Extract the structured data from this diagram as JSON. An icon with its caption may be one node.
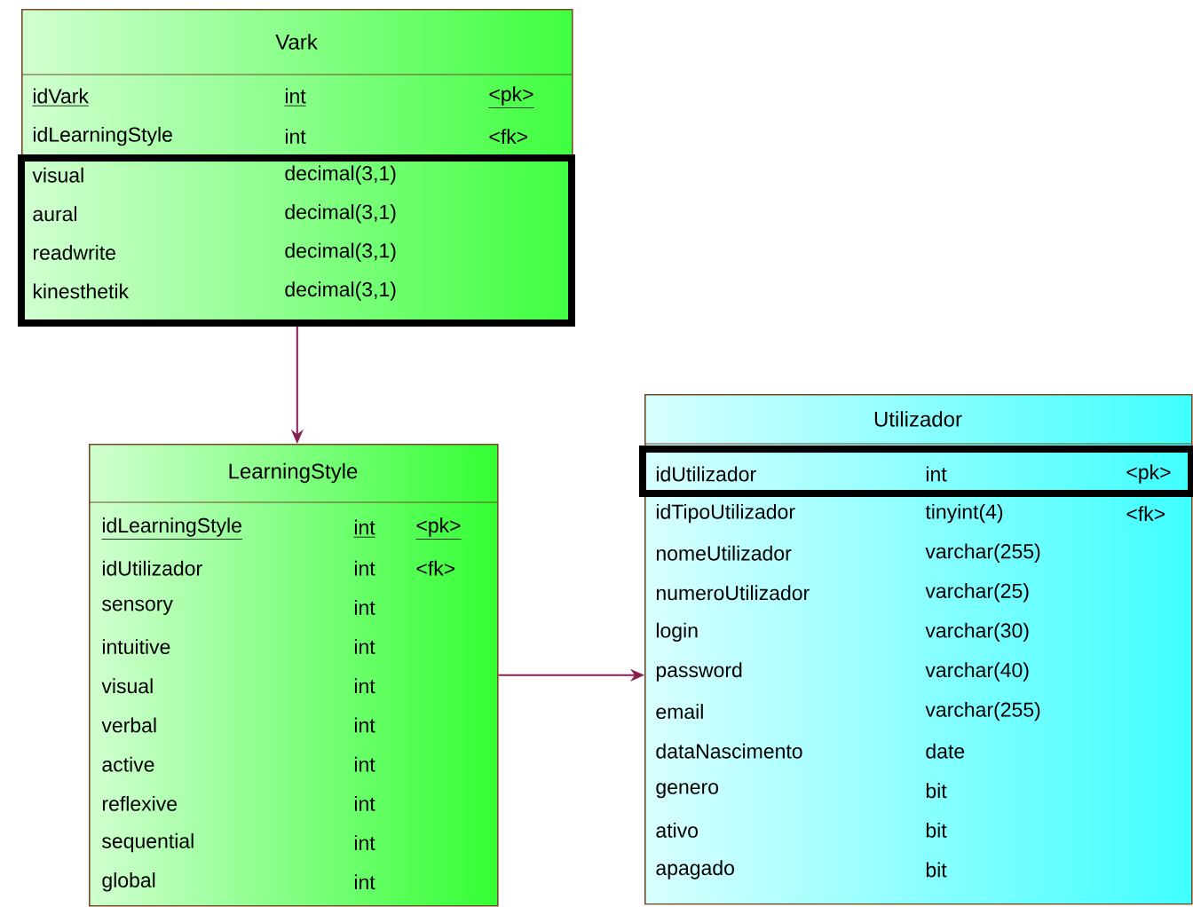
{
  "diagram": {
    "nodes": [
      {
        "text": [
          "Vark",
          "idVark",
          "int",
          "<pk>",
          "idLearningStyle",
          "int",
          "<fk>",
          "visual",
          "decimal(3,1)",
          "aural",
          "decimal(3,1)",
          "readwrite",
          "decimal(3,1)",
          "kinesthetik",
          "decimal(3,1)"
        ]
      },
      {
        "text": [
          "LearningStyle",
          "idLearningStyle",
          "int",
          "<pk>",
          "idUtilizador",
          "int",
          "<fk>",
          "sensory",
          "int",
          "intuitive",
          "int",
          "visual",
          "int",
          "verbal",
          "int",
          "active",
          "int",
          "reflexive",
          "int",
          "sequential",
          "int",
          "global",
          "int"
        ]
      },
      {
        "text": [
          "Utilizador",
          "idUtilizador",
          "int",
          "<pk>",
          "idTipoUtilizador",
          "tinyint(4)",
          "<fk>",
          "nomeUtilizador",
          "varchar(255)",
          "numeroUtilizador",
          "varchar(25)",
          "login",
          "varchar(30)",
          "password",
          "varchar(40)",
          "email",
          "varchar(255)",
          "dataNascimento",
          "date",
          "genero",
          "bit",
          "ativo",
          "bit",
          "apagado",
          "bit"
        ]
      }
    ],
    "edges": [
      {
        "from": 0,
        "to": 1,
        "arrow": "to"
      },
      {
        "from": 1,
        "to": 2,
        "arrow": "to"
      }
    ]
  }
}
